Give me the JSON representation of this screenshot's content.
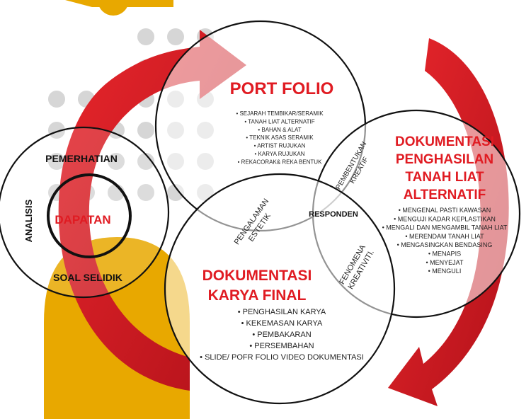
{
  "colors": {
    "accent_red": "#e01b22",
    "dark_red": "#b0141a",
    "mustard": "#e8a800",
    "dot_gray": "#d6d6d6",
    "outline": "#111111"
  },
  "left_circle": {
    "top_label": "PEMERHATIAN",
    "side_label": "ANALISIS",
    "center_label": "DAPATAN",
    "bottom_label": "SOAL SELIDIK"
  },
  "portfolio": {
    "title": "PORT FOLIO",
    "items": [
      "SEJARAH TEMBIKAR/SERAMIK",
      "TANAH LIAT ALTERNATIF",
      "BAHAN & ALAT",
      "TEKNIK ASAS SERAMIK",
      "ARTIST RUJUKAN",
      "KARYA RUJUKAN",
      "REKACORAK& REKA BENTUK"
    ]
  },
  "dokumentasi_penghasilan": {
    "title_lines": [
      "DOKUMENTASI",
      "PENGHASILAN",
      "TANAH LIAT",
      "ALTERNATIF"
    ],
    "items": [
      "MENGENAL PASTI KAWASAN",
      "MENGUJI KADAR KEPLASTIKAN",
      "MENGALI DAN MENGAMBIL TANAH LIAT",
      "MERENDAM TANAH LIAT",
      "MENGASINGKAN BENDASING",
      "MENAPIS",
      "MENYEJAT",
      "MENGULI"
    ]
  },
  "dokumentasi_karya": {
    "title_lines": [
      "DOKUMENTASI",
      "KARYA FINAL"
    ],
    "items": [
      "PENGHASILAN KARYA",
      "KEKEMASAN KARYA",
      "PEMBAKARAN",
      "PERSEMBAHAN",
      "SLIDE/ POFR FOLIO VIDEO DOKUMENTASI"
    ]
  },
  "intersections": {
    "pembentukan": [
      "PEMBENTUKAN",
      "KREATIF"
    ],
    "pengalaman": [
      "PENGALAMAN",
      "ESTETIK"
    ],
    "fenomena": [
      "FENOMENA",
      "KREATIVITI."
    ],
    "responden": "RESPONDEN"
  }
}
